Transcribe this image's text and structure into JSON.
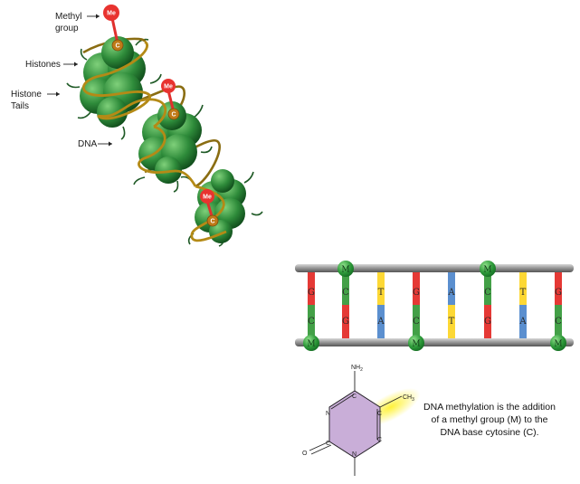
{
  "nucleosome": {
    "label_methyl": "Methyl group",
    "label_methyl_l1": "Methyl",
    "label_methyl_l2": "group",
    "label_histones": "Histones",
    "label_tails_l1": "Histone",
    "label_tails_l2": "Tails",
    "label_dna": "DNA",
    "me_tag": "Me",
    "c_tag": "C"
  },
  "dna_ladder": {
    "m_tag": "M",
    "top_bases": [
      "G",
      "C",
      "T",
      "G",
      "A",
      "C",
      "T",
      "G"
    ],
    "bottom_bases": [
      "C",
      "G",
      "A",
      "C",
      "T",
      "G",
      "A",
      "C"
    ],
    "colors": {
      "G": "#e53935",
      "C": "#43a047",
      "T": "#fdd835",
      "A": "#5b8fcf"
    }
  },
  "molecule": {
    "nh2": "NH",
    "nh2_sub": "2",
    "ch3": "CH",
    "ch3_sub": "3",
    "c_atom": "C",
    "n_atom": "N",
    "o_atom": "O"
  },
  "caption": {
    "line1": "DNA methylation is the addition",
    "line2": "of a methyl group (M) to the",
    "line3": "DNA base cytosine (C)."
  }
}
